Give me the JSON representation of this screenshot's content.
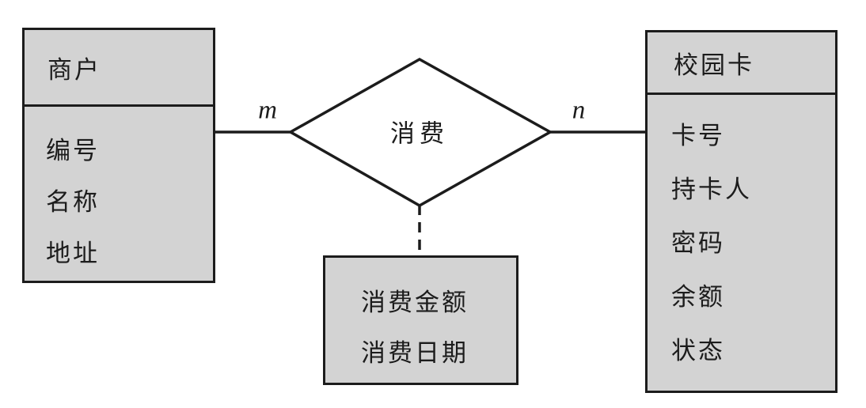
{
  "left_entity": {
    "title": "商户",
    "attributes": [
      "编号",
      "名称",
      "地址"
    ]
  },
  "relationship": {
    "label": "消费",
    "left_cardinality": "m",
    "right_cardinality": "n"
  },
  "right_entity": {
    "title": "校园卡",
    "attributes": [
      "卡号",
      "持卡人",
      "密码",
      "余额",
      "状态"
    ]
  },
  "relationship_attributes": {
    "items": [
      "消费金额",
      "消费日期"
    ]
  },
  "colors": {
    "background": "#ffffff",
    "box_fill": "#d3d3d3",
    "stroke": "#1c1c1c"
  }
}
